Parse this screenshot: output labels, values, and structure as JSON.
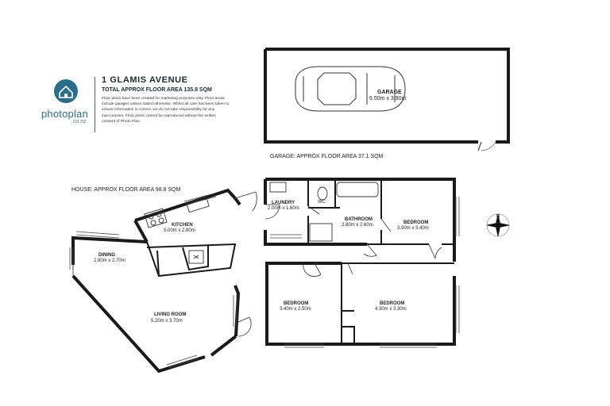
{
  "header": {
    "title": "1 GLAMIS AVENUE",
    "subtitle": "TOTAL APPROX FLOOR AREA 135.8 SQM",
    "disclaimer": "Floor plans have been created for marketing purposes only. Floor areas include garages unless stated otherwise. Whilst all care has been taken to ensure information is correct, we do not take responsibility for any inaccuracies. Floor plans cannot be reproduced without the written consent of Photo Plan."
  },
  "logo": {
    "name": "photoplan",
    "sub": ".co.nz",
    "brand_color": "#2b6e8a",
    "icon": "house-icon"
  },
  "garage": {
    "label": "GARAGE",
    "dims": "6.50m x 3.90m",
    "area_note": "GARAGE: APPROX FLOOR AREA 37.1 SQM"
  },
  "house": {
    "area_note": "HOUSE: APPROX FLOOR AREA 98.8 SQM"
  },
  "rooms": {
    "laundry": {
      "label": "LAUNDRY",
      "dims": "2.00m x 1.60m"
    },
    "wc": {
      "label": "WC"
    },
    "bathroom": {
      "label": "BATHROOM",
      "dims": "2.80m x 2.60m"
    },
    "bedroom1": {
      "label": "BEDROOM",
      "dims": "3.50m x 3.40m"
    },
    "kitchen": {
      "label": "KITCHEN",
      "dims": "5.00m x 2.80m"
    },
    "dining": {
      "label": "DINING",
      "dims": "2.80m x 2.70m"
    },
    "living": {
      "label": "LIVING ROOM",
      "dims": "5.20m x 3.70m"
    },
    "bedroom2": {
      "label": "BEDROOM",
      "dims": "3.40m x 2.50m"
    },
    "bedroom3": {
      "label": "BEDROOM",
      "dims": "4.30m x 3.30m"
    }
  },
  "compass": {
    "north": "N",
    "icon": "compass-icon"
  }
}
